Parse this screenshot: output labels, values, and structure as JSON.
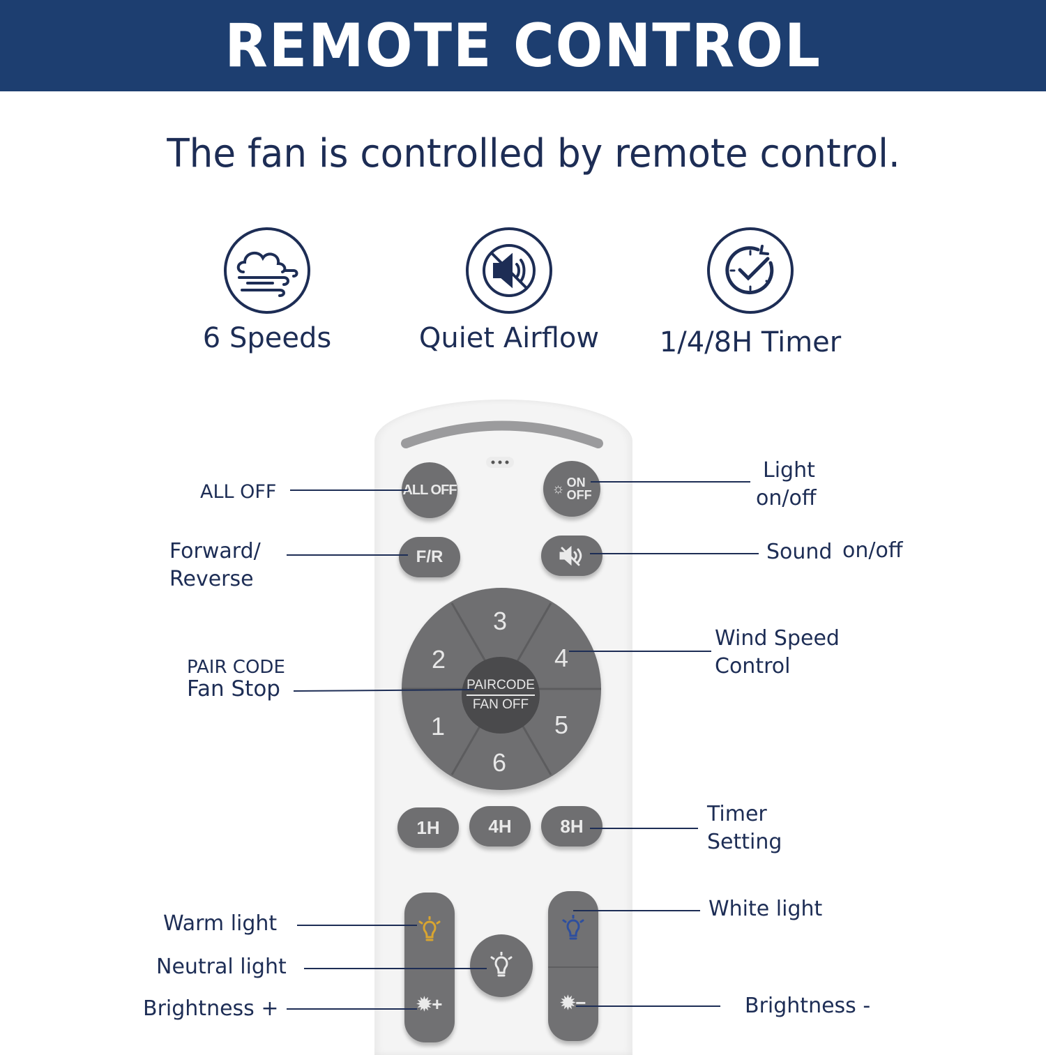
{
  "header": {
    "title": "REMOTE CONTROL"
  },
  "subtitle": "The fan  is controlled by remote control.",
  "features": [
    {
      "icon": "cloud-wind-icon",
      "label": "6 Speeds"
    },
    {
      "icon": "mute-speaker-icon",
      "label": "Quiet Airflow"
    },
    {
      "icon": "clock-icon",
      "label": "1/4/8H Timer"
    }
  ],
  "callouts": {
    "all_off": "ALL OFF",
    "forward": "Forward/",
    "reverse": "Reverse",
    "pair_code": "PAIR CODE",
    "fan_stop": "Fan Stop",
    "warm_light": "Warm light",
    "neutral_light": "Neutral light",
    "brightness_plus": "Brightness +",
    "light": "Light",
    "on_off": "on/off",
    "sound": "Sound",
    "sound_on_off": "on/off",
    "wind_speed": "Wind Speed",
    "control": "Control",
    "timer": "Timer",
    "setting": "Setting",
    "white_light": "White light",
    "brightness_minus": "Brightness -"
  },
  "remote": {
    "all_off": "ALL OFF",
    "on": "ON",
    "off": "OFF",
    "fr": "F/R",
    "dial": [
      "1",
      "2",
      "3",
      "4",
      "5",
      "6"
    ],
    "pair_code": "PAIRCODE",
    "fan_off": "FAN OFF",
    "timer_buttons": [
      "1H",
      "4H",
      "8H"
    ],
    "brightness_plus_symbol": "+",
    "brightness_minus_symbol": "−"
  },
  "colors": {
    "banner": "#1d3e70",
    "text": "#1d2d55",
    "button": "#6f6f71",
    "warm_bulb": "#d9a530",
    "white_bulb": "#2e4f9e"
  }
}
